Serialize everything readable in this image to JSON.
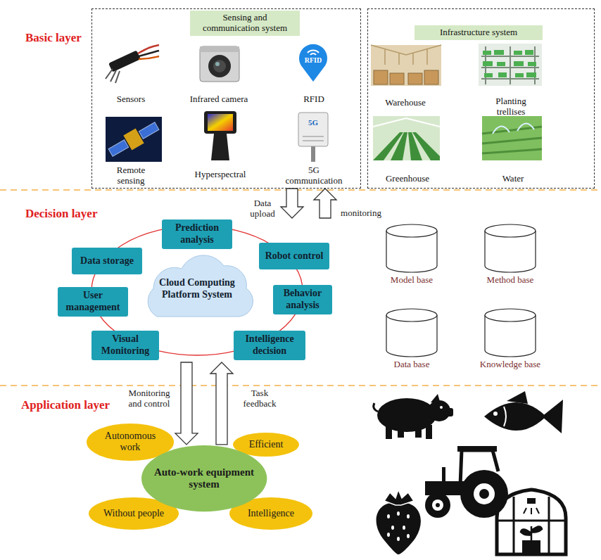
{
  "diagram": {
    "nodes": [
      {
        "text": [
          "Sensors",
          "Infrared camera",
          "RFID",
          "Remote sensing",
          "Hyperspectral",
          "5G communication"
        ]
      },
      {
        "text": [
          "Sensing and communication system"
        ],
        "in": 0
      },
      {
        "text": [
          "Warehouse",
          "Planting trellises",
          "Greenhouse",
          "Water"
        ]
      },
      {
        "text": [
          "Infrastructure system"
        ],
        "in": 2
      },
      {
        "text": [
          "Cloud Computing Platform System"
        ]
      },
      {
        "text": [
          "Prediction analysis"
        ],
        "in": 4
      },
      {
        "text": [
          "Robot control"
        ],
        "in": 4
      },
      {
        "text": [
          "Behavior analysis"
        ],
        "in": 4
      },
      {
        "text": [
          "Intelligence decision"
        ],
        "in": 4
      },
      {
        "text": [
          "Visual Monitoring"
        ],
        "in": 4
      },
      {
        "text": [
          "User management"
        ],
        "in": 4
      },
      {
        "text": [
          "Data storage"
        ],
        "in": 4
      },
      {
        "text": [
          "Model base"
        ]
      },
      {
        "text": [
          "Method base"
        ]
      },
      {
        "text": [
          "Data base"
        ]
      },
      {
        "text": [
          "Knowledge base"
        ]
      },
      {
        "text": [
          "Autonomous work"
        ]
      },
      {
        "text": [
          "Efficient"
        ]
      },
      {
        "text": [
          "Auto-work equipment system"
        ]
      },
      {
        "text": [
          "Without people"
        ]
      },
      {
        "text": [
          "Intelligence"
        ]
      }
    ],
    "edges": [
      {
        "from": 0,
        "to": 4,
        "arrow": "to",
        "label": "Data upload"
      },
      {
        "from": 4,
        "to": 0,
        "arrow": "to",
        "label": "monitoring"
      },
      {
        "from": 4,
        "to": 18,
        "arrow": "to",
        "label": "Monitoring and control"
      },
      {
        "from": 18,
        "to": 4,
        "arrow": "to",
        "label": "Task feedback"
      }
    ],
    "labels": [
      "Basic layer",
      "Decision layer",
      "Application layer",
      "RFID",
      "5G"
    ]
  }
}
